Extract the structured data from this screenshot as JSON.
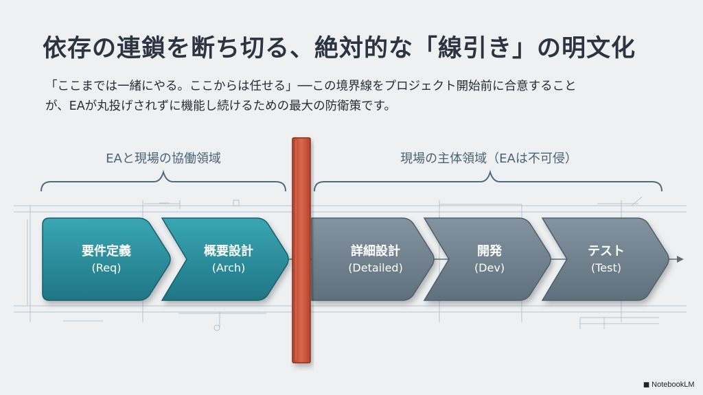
{
  "title": "依存の連鎖を断ち切る、絶対的な「線引き」の明文化",
  "subtitle": {
    "line1": "「ここまでは一緒にやる。ここからは任せる」──この境界線をプロジェクト開始前に合意すること",
    "line2": "が、EAが丸投げされずに機能し続けるための最大の防衛策です。"
  },
  "regions": {
    "left_label": "EAと現場の協働領域",
    "right_label": "現場の主体領域（EAは不可侵）"
  },
  "steps": [
    {
      "name": "要件定義",
      "sub": "(Req)",
      "zone": "collaborative"
    },
    {
      "name": "概要設計",
      "sub": "(Arch)",
      "zone": "collaborative"
    },
    {
      "name": "詳細設計",
      "sub": "(Detailed)",
      "zone": "field"
    },
    {
      "name": "開発",
      "sub": "(Dev)",
      "zone": "field"
    },
    {
      "name": "テスト",
      "sub": "(Test)",
      "zone": "field"
    }
  ],
  "colors": {
    "collaborative": "#2a8a9a",
    "field": "#6e7f8d",
    "boundary": "#c9553a",
    "text_dark": "#2b3440",
    "label": "#4a6275"
  },
  "footer": {
    "logo_mark": "◼",
    "logo_text": "NotebookLM"
  }
}
